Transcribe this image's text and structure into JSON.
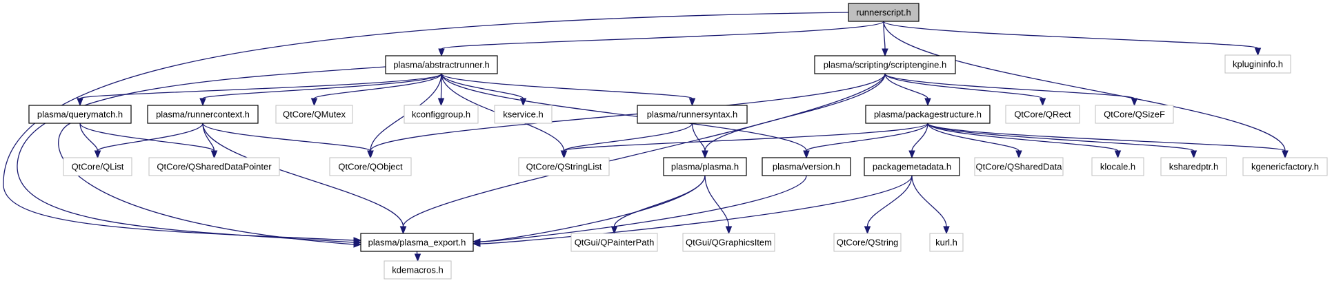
{
  "diagram": {
    "type": "include-dependency-graph",
    "colors": {
      "edge": "#191970",
      "root_fill": "#bfbfbf",
      "root_border": "#000000",
      "documented_border": "#000000",
      "external_border": "#bfbfbf",
      "node_fill": "#ffffff"
    },
    "nodes": [
      {
        "id": "runnerscript",
        "label": "runnerscript.h",
        "kind": "root"
      },
      {
        "id": "abstractrunner",
        "label": "plasma/abstractrunner.h",
        "kind": "documented"
      },
      {
        "id": "scriptengine",
        "label": "plasma/scripting/scriptengine.h",
        "kind": "documented"
      },
      {
        "id": "kplugininfo",
        "label": "kplugininfo.h",
        "kind": "external"
      },
      {
        "id": "querymatch",
        "label": "plasma/querymatch.h",
        "kind": "documented"
      },
      {
        "id": "runnercontext",
        "label": "plasma/runnercontext.h",
        "kind": "documented"
      },
      {
        "id": "qmutex",
        "label": "QtCore/QMutex",
        "kind": "external"
      },
      {
        "id": "kconfiggroup",
        "label": "kconfiggroup.h",
        "kind": "external"
      },
      {
        "id": "kservice",
        "label": "kservice.h",
        "kind": "external"
      },
      {
        "id": "runnersyntax",
        "label": "plasma/runnersyntax.h",
        "kind": "documented"
      },
      {
        "id": "packagestructure",
        "label": "plasma/packagestructure.h",
        "kind": "documented"
      },
      {
        "id": "qrect",
        "label": "QtCore/QRect",
        "kind": "external"
      },
      {
        "id": "qsizef",
        "label": "QtCore/QSizeF",
        "kind": "external"
      },
      {
        "id": "qlist",
        "label": "QtCore/QList",
        "kind": "external"
      },
      {
        "id": "qshareddatapointer",
        "label": "QtCore/QSharedDataPointer",
        "kind": "external"
      },
      {
        "id": "qobject",
        "label": "QtCore/QObject",
        "kind": "external"
      },
      {
        "id": "qstringlist",
        "label": "QtCore/QStringList",
        "kind": "external"
      },
      {
        "id": "plasma",
        "label": "plasma/plasma.h",
        "kind": "documented"
      },
      {
        "id": "version",
        "label": "plasma/version.h",
        "kind": "documented"
      },
      {
        "id": "packagemetadata",
        "label": "packagemetadata.h",
        "kind": "documented"
      },
      {
        "id": "qshareddata",
        "label": "QtCore/QSharedData",
        "kind": "external"
      },
      {
        "id": "klocale",
        "label": "klocale.h",
        "kind": "external"
      },
      {
        "id": "ksharedptr",
        "label": "ksharedptr.h",
        "kind": "external"
      },
      {
        "id": "kgenericfactory",
        "label": "kgenericfactory.h",
        "kind": "external"
      },
      {
        "id": "plasma_export",
        "label": "plasma/plasma_export.h",
        "kind": "documented"
      },
      {
        "id": "qpainterpath",
        "label": "QtGui/QPainterPath",
        "kind": "external"
      },
      {
        "id": "qgraphicsitem",
        "label": "QtGui/QGraphicsItem",
        "kind": "external"
      },
      {
        "id": "qstring",
        "label": "QtCore/QString",
        "kind": "external"
      },
      {
        "id": "kurl",
        "label": "kurl.h",
        "kind": "external"
      },
      {
        "id": "kdemacros",
        "label": "kdemacros.h",
        "kind": "external"
      }
    ],
    "edges": [
      [
        "runnerscript",
        "abstractrunner"
      ],
      [
        "runnerscript",
        "scriptengine"
      ],
      [
        "runnerscript",
        "kplugininfo"
      ],
      [
        "runnerscript",
        "plasma_export"
      ],
      [
        "runnerscript",
        "kgenericfactory"
      ],
      [
        "abstractrunner",
        "querymatch"
      ],
      [
        "abstractrunner",
        "runnercontext"
      ],
      [
        "abstractrunner",
        "qmutex"
      ],
      [
        "abstractrunner",
        "kconfiggroup"
      ],
      [
        "abstractrunner",
        "kservice"
      ],
      [
        "abstractrunner",
        "runnersyntax"
      ],
      [
        "abstractrunner",
        "qobject"
      ],
      [
        "abstractrunner",
        "qstringlist"
      ],
      [
        "abstractrunner",
        "version"
      ],
      [
        "abstractrunner",
        "plasma_export"
      ],
      [
        "scriptengine",
        "packagestructure"
      ],
      [
        "scriptengine",
        "qrect"
      ],
      [
        "scriptengine",
        "qsizef"
      ],
      [
        "scriptengine",
        "qobject"
      ],
      [
        "scriptengine",
        "plasma"
      ],
      [
        "scriptengine",
        "plasma_export"
      ],
      [
        "querymatch",
        "qlist"
      ],
      [
        "querymatch",
        "qshareddatapointer"
      ],
      [
        "querymatch",
        "plasma_export"
      ],
      [
        "runnercontext",
        "qlist"
      ],
      [
        "runnercontext",
        "qshareddatapointer"
      ],
      [
        "runnercontext",
        "qobject"
      ],
      [
        "runnercontext",
        "plasma_export"
      ],
      [
        "runnersyntax",
        "qstringlist"
      ],
      [
        "runnersyntax",
        "plasma"
      ],
      [
        "packagestructure",
        "qstringlist"
      ],
      [
        "packagestructure",
        "version"
      ],
      [
        "packagestructure",
        "packagemetadata"
      ],
      [
        "packagestructure",
        "qshareddata"
      ],
      [
        "packagestructure",
        "klocale"
      ],
      [
        "packagestructure",
        "ksharedptr"
      ],
      [
        "packagestructure",
        "kgenericfactory"
      ],
      [
        "plasma",
        "plasma_export"
      ],
      [
        "plasma",
        "qpainterpath"
      ],
      [
        "plasma",
        "qgraphicsitem"
      ],
      [
        "version",
        "plasma_export"
      ],
      [
        "packagemetadata",
        "plasma_export"
      ],
      [
        "packagemetadata",
        "qstring"
      ],
      [
        "packagemetadata",
        "kurl"
      ],
      [
        "plasma_export",
        "kdemacros"
      ]
    ]
  }
}
